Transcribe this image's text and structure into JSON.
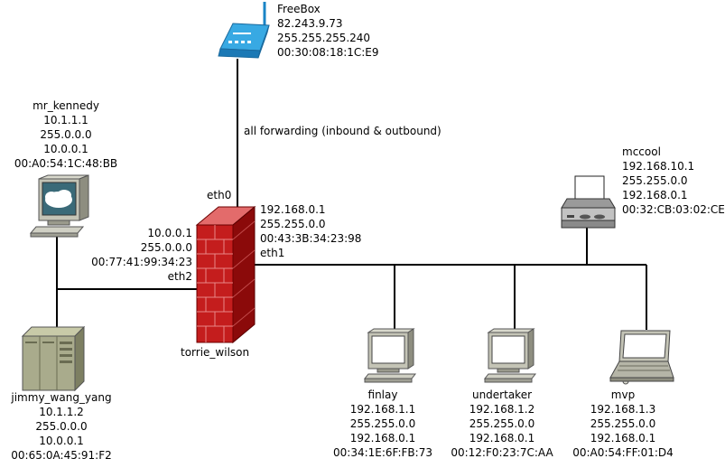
{
  "freebox": {
    "name": "FreeBox",
    "ip": "82.243.9.73",
    "mask": "255.255.255.240",
    "mac": "00:30:08:18:1C:E9"
  },
  "forwarding_label": "all forwarding (inbound & outbound)",
  "firewall": {
    "name": "torrie_wilson",
    "eth0": "eth0",
    "eth1": {
      "ip": "192.168.0.1",
      "mask": "255.255.0.0",
      "mac": "00:43:3B:34:23:98",
      "label": "eth1"
    },
    "eth2": {
      "ip": "10.0.0.1",
      "mask": "255.0.0.0",
      "mac": "00:77:41:99:34:23",
      "label": "eth2"
    }
  },
  "mr_kennedy": {
    "name": "mr_kennedy",
    "ip": "10.1.1.1",
    "mask": "255.0.0.0",
    "gateway": "10.0.0.1",
    "mac": "00:A0:54:1C:48:BB"
  },
  "jimmy": {
    "name": "jimmy_wang_yang",
    "ip": "10.1.1.2",
    "mask": "255.0.0.0",
    "gateway": "10.0.0.1",
    "mac": "00:65:0A:45:91:F2"
  },
  "mccool": {
    "name": "mccool",
    "ip": "192.168.10.1",
    "mask": "255.255.0.0",
    "gateway": "192.168.0.1",
    "mac": "00:32:CB:03:02:CE"
  },
  "finlay": {
    "name": "finlay",
    "ip": "192.168.1.1",
    "mask": "255.255.0.0",
    "gateway": "192.168.0.1",
    "mac": "00:34:1E:6F:FB:73"
  },
  "undertaker": {
    "name": "undertaker",
    "ip": "192.168.1.2",
    "mask": "255.255.0.0",
    "gateway": "192.168.0.1",
    "mac": "00:12:F0:23:7C:AA"
  },
  "mvp": {
    "name": "mvp",
    "ip": "192.168.1.3",
    "mask": "255.255.0.0",
    "gateway": "192.168.0.1",
    "mac": "00:A0:54:FF:01:D4"
  }
}
